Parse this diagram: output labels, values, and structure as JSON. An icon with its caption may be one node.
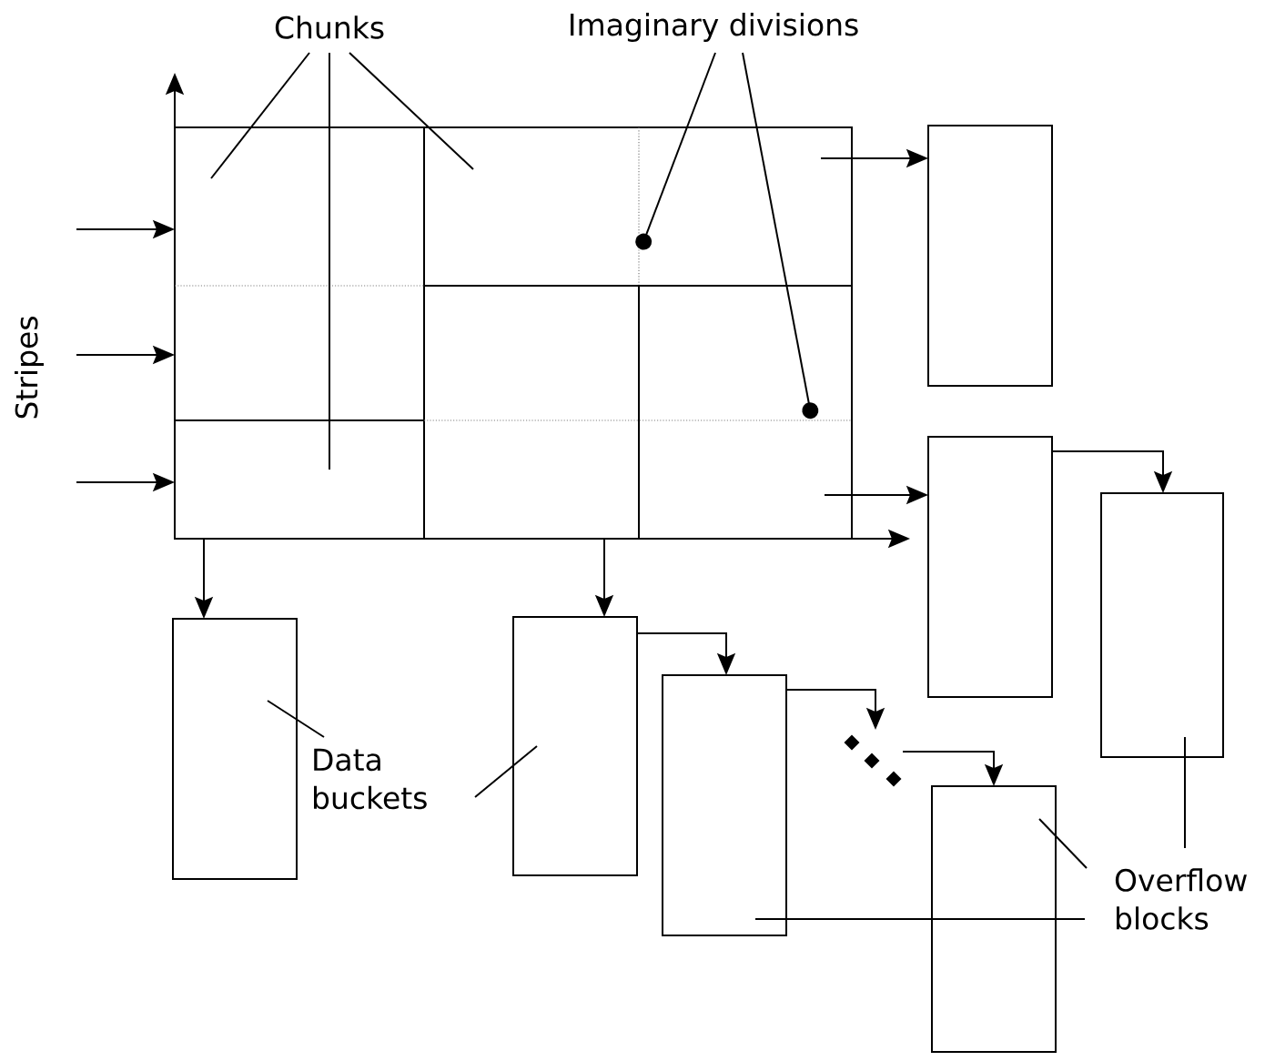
{
  "diagram": {
    "nodes": [
      {
        "text": [
          "Chunks"
        ]
      },
      {
        "text": [
          "Imaginary divisions"
        ]
      },
      {
        "text": [],
        "shape": "grid"
      },
      {
        "text": [],
        "shape": "box"
      },
      {
        "text": [],
        "shape": "box"
      },
      {
        "text": [],
        "shape": "box"
      },
      {
        "text": [],
        "shape": "box"
      },
      {
        "text": [
          "Data buckets"
        ]
      },
      {
        "text": [],
        "shape": "box"
      },
      {
        "text": [],
        "shape": "box"
      },
      {
        "text": [],
        "shape": "dots"
      },
      {
        "text": [],
        "shape": "box"
      },
      {
        "text": [
          "Overflow blocks"
        ]
      }
    ],
    "edges": [
      {
        "from": null,
        "to": 2,
        "arrow": "to"
      },
      {
        "from": null,
        "to": 2,
        "arrow": "to"
      },
      {
        "from": null,
        "to": 2,
        "arrow": "to"
      },
      {
        "from": 2,
        "to": 3,
        "arrow": "to"
      },
      {
        "from": 2,
        "to": 4,
        "arrow": "to"
      },
      {
        "from": 2,
        "to": 6,
        "arrow": "to"
      },
      {
        "from": 2,
        "to": 8,
        "arrow": "to"
      },
      {
        "from": 4,
        "to": 5,
        "arrow": "to"
      },
      {
        "from": 8,
        "to": 9,
        "arrow": "to"
      },
      {
        "from": 9,
        "to": 10,
        "arrow": "to"
      },
      {
        "from": 10,
        "to": 11,
        "arrow": "to"
      },
      {
        "from": 0,
        "to": 2,
        "arrow": "none"
      },
      {
        "from": 0,
        "to": 2,
        "arrow": "none"
      },
      {
        "from": 0,
        "to": 2,
        "arrow": "none"
      },
      {
        "from": 1,
        "to": 2,
        "arrow": "other"
      },
      {
        "from": 1,
        "to": 2,
        "arrow": "other"
      },
      {
        "from": 7,
        "to": 6,
        "arrow": "none"
      },
      {
        "from": 7,
        "to": 8,
        "arrow": "none"
      },
      {
        "from": 12,
        "to": 5,
        "arrow": "none"
      },
      {
        "from": 12,
        "to": 11,
        "arrow": "none"
      },
      {
        "from": 12,
        "to": 9,
        "arrow": "none"
      }
    ],
    "labels": [
      "Stripes"
    ]
  }
}
